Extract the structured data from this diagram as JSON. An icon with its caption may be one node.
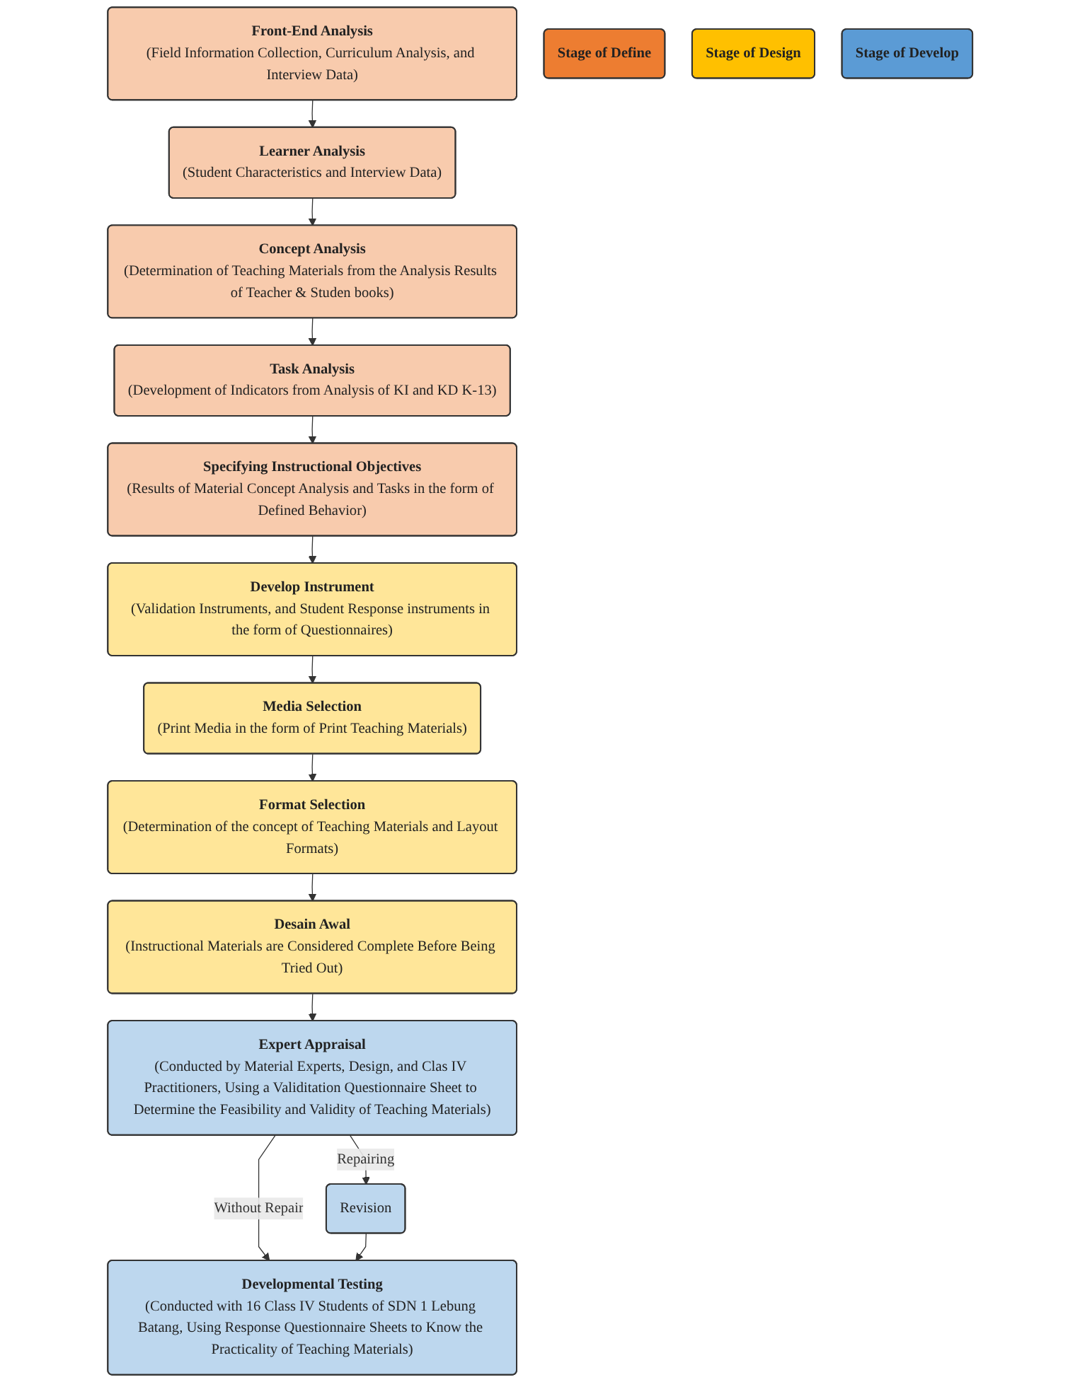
{
  "diagram": {
    "nodes": [
      {
        "text": [
          "Front-End Analysis",
          "(Field Information Collection, Curriculum Analysis, and Interview Data)"
        ]
      },
      {
        "text": [
          "Learner Analysis",
          "(Student Characteristics and Interview Data)"
        ]
      },
      {
        "text": [
          "Task Analysis",
          "(Development of Indicators from Analysis of KI and KD K-13)"
        ]
      },
      {
        "text": [
          "Concept Analysis",
          "(Determination of Teaching Materials from the Analysis Results of Teacher & Studen books)"
        ]
      },
      {
        "text": [
          "Specifying Instructional Objectives",
          "(Results of Material Concept Analysis and Tasks in the form of Defined Behavior)"
        ]
      },
      {
        "text": [
          "Develop Instrument",
          "(Validation Instruments, and Student Response instruments in the form of Questionnaires)"
        ]
      },
      {
        "text": [
          "Media Selection",
          "(Print Media in the form of Print Teaching Materials)"
        ]
      },
      {
        "text": [
          "Format Selection",
          "(Determination of the concept of Teaching Materials and Layout Formats)"
        ]
      },
      {
        "text": [
          "Desain Awal",
          "(Instructional Materials are Considered Complete Before Being Tried Out)"
        ]
      },
      {
        "text": [
          "Expert Appraisal",
          "(Conducted by Material Experts, Design, and Clas IV Practitioners, Using a Validitation Questionnaire Sheet to Determine the Feasibility and Validity of Teaching Materials)"
        ]
      },
      {
        "text": [
          "Revision"
        ]
      },
      {
        "text": [
          "Developmental Testing",
          "(Conducted with 16 Class IV Students of SDN 1 Lebung Batang, Using Response Questionnaire Sheets to Know the Practicality of Teaching Materials)"
        ]
      },
      {
        "text": [
          "Stage of Define"
        ]
      },
      {
        "text": [
          "Stage of Design"
        ]
      },
      {
        "text": [
          "Stage of Develop"
        ]
      }
    ],
    "edges": [
      {
        "from": 0,
        "to": 1,
        "arrow": "to"
      },
      {
        "from": 1,
        "to": 3,
        "arrow": "to"
      },
      {
        "from": 3,
        "to": 2,
        "arrow": "to"
      },
      {
        "from": 2,
        "to": 4,
        "arrow": "to"
      },
      {
        "from": 4,
        "to": 5,
        "arrow": "to"
      },
      {
        "from": 5,
        "to": 6,
        "arrow": "to"
      },
      {
        "from": 6,
        "to": 7,
        "arrow": "to"
      },
      {
        "from": 7,
        "to": 8,
        "arrow": "to"
      },
      {
        "from": 8,
        "to": 9,
        "arrow": "to"
      },
      {
        "from": 9,
        "to": 11,
        "label": "Without Repair",
        "arrow": "to"
      },
      {
        "from": 9,
        "to": 10,
        "label": "Repairing",
        "arrow": "to"
      },
      {
        "from": 10,
        "to": 11,
        "arrow": "to"
      }
    ]
  }
}
